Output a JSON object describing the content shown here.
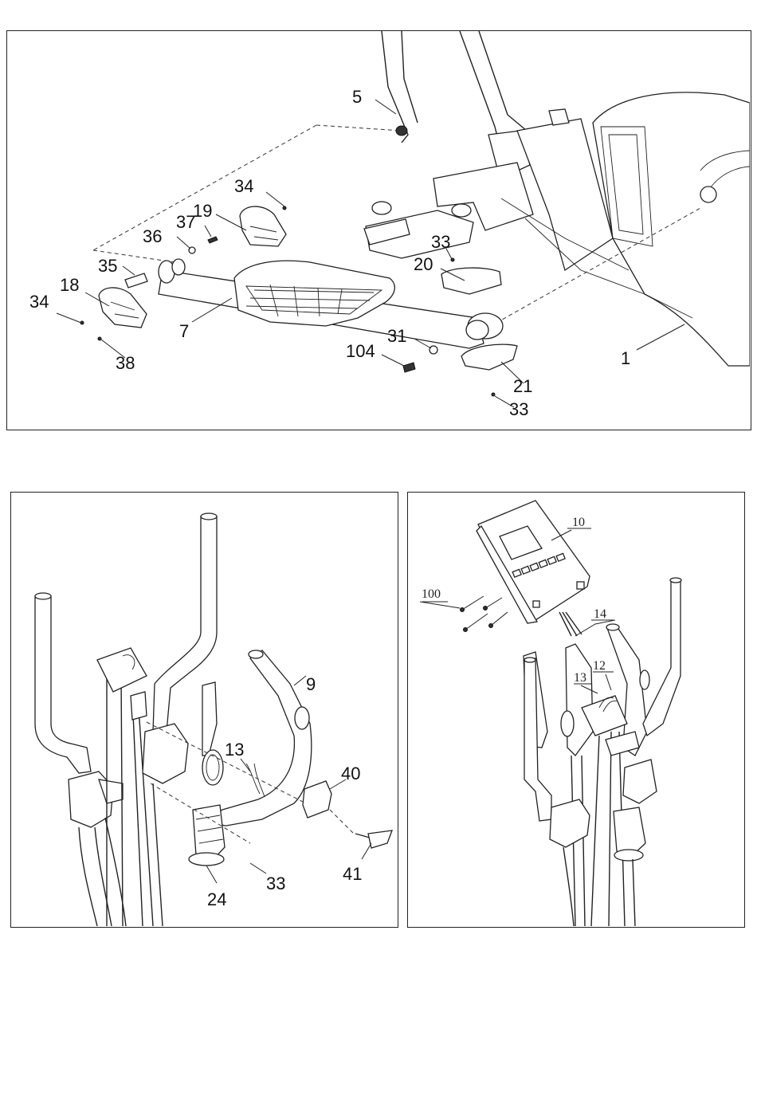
{
  "panels": {
    "top": {
      "labels": {
        "l5": "5",
        "l34a": "34",
        "l19": "19",
        "l37": "37",
        "l36": "36",
        "l35": "35",
        "l18": "18",
        "l34b": "34",
        "l7": "7",
        "l38": "38",
        "l33a": "33",
        "l20": "20",
        "l31": "31",
        "l104": "104",
        "l21": "21",
        "l33b": "33",
        "l1": "1"
      }
    },
    "bottom_left": {
      "labels": {
        "l9": "9",
        "l13": "13",
        "l40": "40",
        "l41": "41",
        "l24": "24",
        "l33": "33"
      }
    },
    "bottom_right": {
      "labels": {
        "l10": "10",
        "l100": "100",
        "l14": "14",
        "l13": "13",
        "l12": "12"
      }
    }
  }
}
